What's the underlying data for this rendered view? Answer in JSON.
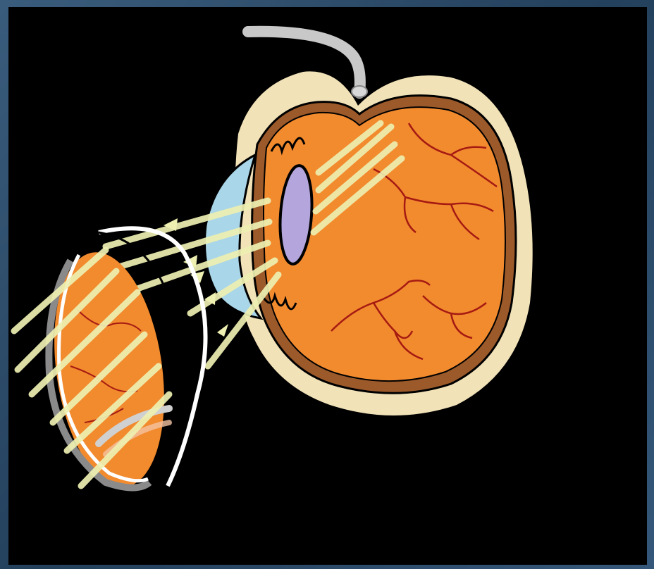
{
  "diagram": {
    "background_color": "#000000",
    "frame_color": "#2d4a66",
    "colors": {
      "sclera": "#f1e2b8",
      "choroid": "#9c5a2a",
      "retina": "#f28a2e",
      "vessels": "#a51a12",
      "cornea": "#a9d6e8",
      "lens": "#b4a6dc",
      "light_rays": "#eef0b2",
      "optic_nerve": "#c8c8c8",
      "condensing_lens": "#ffffff"
    },
    "components": [
      {
        "name": "eyeball-sclera",
        "icon": "sclera-shape"
      },
      {
        "name": "retina",
        "icon": "retina-shape"
      },
      {
        "name": "cornea",
        "icon": "cornea-shape"
      },
      {
        "name": "crystalline-lens",
        "icon": "lens-shape"
      },
      {
        "name": "optic-nerve",
        "icon": "nerve-tube"
      },
      {
        "name": "condensing-lens",
        "icon": "lens-arc"
      },
      {
        "name": "virtual-fundus-image",
        "icon": "fundus-disc"
      },
      {
        "name": "light-rays",
        "icon": "ray-arrows"
      }
    ]
  }
}
